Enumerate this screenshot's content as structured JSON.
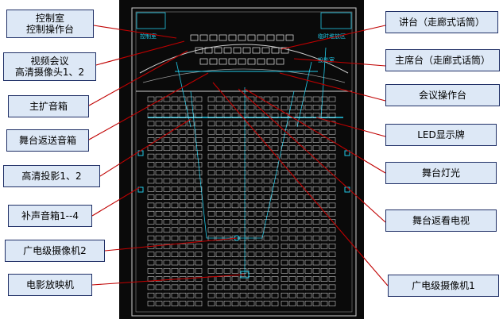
{
  "colors": {
    "plan_background": "#0a0a0a",
    "plan_lines": "#22c8e6",
    "seat_lines": "#e8e8e8",
    "leader_line": "#c00000",
    "callout_fill": "#dde8f6",
    "callout_border": "#1f2f66"
  },
  "callouts": {
    "control_room": [
      "控制室",
      "控制操作台"
    ],
    "video_conference": [
      "视频会议",
      "高清摄像头1、2"
    ],
    "main_speakers": [
      "主扩音箱"
    ],
    "stage_return_speakers": [
      "舞台返送音箱"
    ],
    "hd_projection": [
      "高清投影1、2"
    ],
    "fill_speakers": [
      "补声音箱1--4"
    ],
    "broadcast_camera_2": [
      "广电级摄像机2"
    ],
    "film_projector": [
      "电影放映机"
    ],
    "lectern": [
      "讲台（走廊式话筒）"
    ],
    "presidium_table": [
      "主席台（走廊式话筒）"
    ],
    "conference_console": [
      "会议操作台"
    ],
    "led_display": [
      "LED显示牌"
    ],
    "stage_lights": [
      "舞台灯光"
    ],
    "stage_return_tv": [
      "舞台返看电视"
    ],
    "broadcast_camera_1": [
      "广电级摄像机1"
    ]
  },
  "plan_labels": {
    "control_room_small": "控制室",
    "temp_room": "临时堆放区",
    "projection_room": "投影室"
  }
}
